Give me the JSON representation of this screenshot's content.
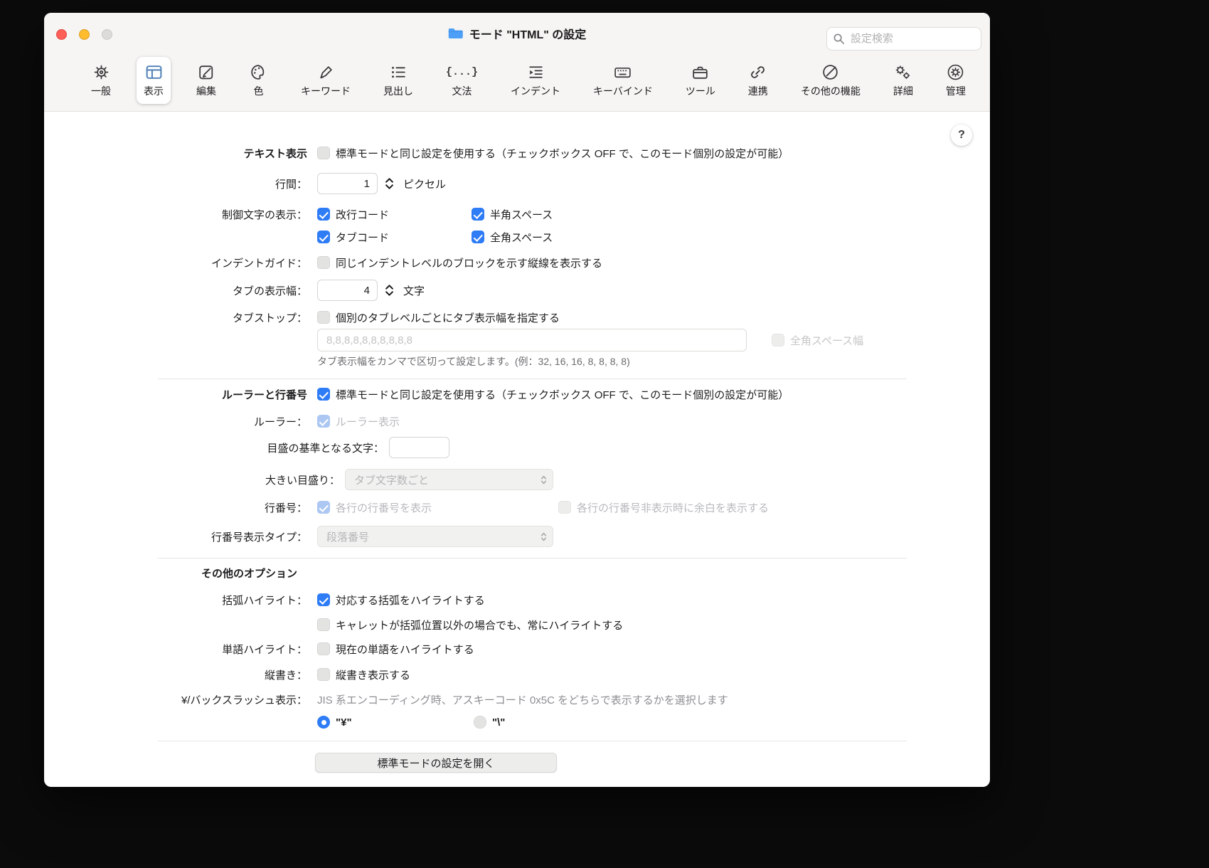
{
  "window": {
    "title": "モード \"HTML\" の設定",
    "search_placeholder": "設定検索",
    "help_label": "?"
  },
  "colors": {
    "accent_blue": "#2e7cf6",
    "selected_icon_blue": "#4e7fb5",
    "traffic_red": "#ff5f57",
    "traffic_yellow": "#febc2e",
    "traffic_disabled": "#dcdbd9"
  },
  "toolbar": {
    "items": [
      {
        "label": "一般",
        "icon": "gear-icon"
      },
      {
        "label": "表示",
        "icon": "window-layout-icon",
        "selected": true
      },
      {
        "label": "編集",
        "icon": "edit-icon"
      },
      {
        "label": "色",
        "icon": "palette-icon"
      },
      {
        "label": "キーワード",
        "icon": "pen-icon"
      },
      {
        "label": "見出し",
        "icon": "list-icon"
      },
      {
        "label": "文法",
        "icon": "braces-icon",
        "glyph": "{...}"
      },
      {
        "label": "インデント",
        "icon": "indent-icon"
      },
      {
        "label": "キーバインド",
        "icon": "keyboard-icon"
      },
      {
        "label": "ツール",
        "icon": "toolbox-icon"
      },
      {
        "label": "連携",
        "icon": "link-icon"
      },
      {
        "label": "その他の機能",
        "icon": "circle-slash-icon"
      },
      {
        "label": "詳細",
        "icon": "gears-icon"
      },
      {
        "label": "管理",
        "icon": "circled-gear-icon"
      }
    ]
  },
  "text_display": {
    "header": "テキスト表示",
    "use_standard": "標準モードと同じ設定を使用する（チェックボックス OFF で、このモード個別の設定が可能）",
    "line_spacing": {
      "label": "行間：",
      "value": "1",
      "unit": "ピクセル"
    },
    "control_chars": {
      "label": "制御文字の表示：",
      "newline": "改行コード",
      "halfspace": "半角スペース",
      "tab": "タブコード",
      "fullspace": "全角スペース"
    },
    "indent_guide": {
      "label": "インデントガイド：",
      "text": "同じインデントレベルのブロックを示す縦線を表示する"
    },
    "tab_width": {
      "label": "タブの表示幅：",
      "value": "4",
      "unit": "文字"
    },
    "tab_stops": {
      "label": "タブストップ：",
      "text": "個別のタブレベルごとにタブ表示幅を指定する",
      "placeholder": "8,8,8,8,8,8,8,8,8,8",
      "fullwidth_label": "全角スペース幅",
      "hint": "タブ表示幅をカンマで区切って設定します。(例：32, 16, 16, 8, 8, 8, 8)"
    }
  },
  "ruler": {
    "header": "ルーラーと行番号",
    "use_standard": "標準モードと同じ設定を使用する（チェックボックス OFF で、このモード個別の設定が可能）",
    "ruler_row": {
      "label": "ルーラー：",
      "text": "ルーラー表示"
    },
    "scale_char": {
      "label": "目盛の基準となる文字："
    },
    "big_scale": {
      "label": "大きい目盛り：",
      "value": "タブ文字数ごと"
    },
    "line_numbers": {
      "label": "行番号：",
      "show": "各行の行番号を表示",
      "pad": "各行の行番号非表示時に余白を表示する"
    },
    "line_number_type": {
      "label": "行番号表示タイプ：",
      "value": "段落番号"
    }
  },
  "other": {
    "header": "その他のオプション",
    "bracket": {
      "label": "括弧ハイライト：",
      "opt1": "対応する括弧をハイライトする",
      "opt2": "キャレットが括弧位置以外の場合でも、常にハイライトする"
    },
    "word": {
      "label": "単語ハイライト：",
      "text": "現在の単語をハイライトする"
    },
    "vertical": {
      "label": "縦書き：",
      "text": "縦書き表示する"
    },
    "backslash": {
      "label": "¥/バックスラッシュ表示：",
      "desc": "JIS 系エンコーディング時、アスキーコード 0x5C をどちらで表示するかを選択します",
      "yen": "\"¥\"",
      "bs": "\"\\\""
    }
  },
  "footer": {
    "open_standard_label": "標準モードの設定を開く"
  }
}
